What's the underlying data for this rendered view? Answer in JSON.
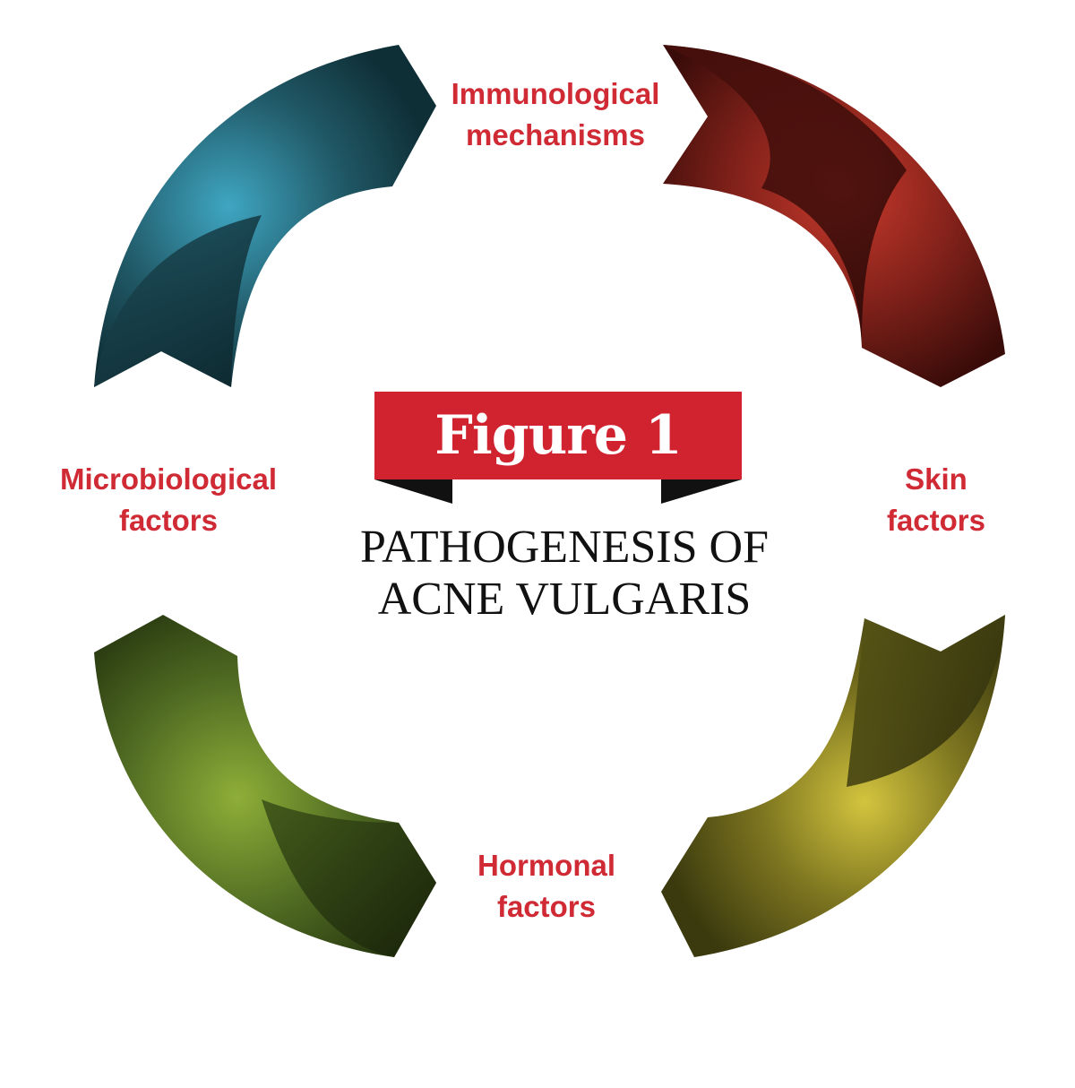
{
  "figure": {
    "banner_label": "Figure 1",
    "title_lines": [
      "PATHOGENESIS OF",
      "ACNE VULGARIS"
    ]
  },
  "factors": [
    {
      "id": "immunological",
      "lines": [
        "Immunological",
        "mechanisms"
      ],
      "arrow_color": "#8e2a22"
    },
    {
      "id": "skin",
      "lines": [
        "Skin",
        "factors"
      ],
      "arrow_color": "#6e6a1c"
    },
    {
      "id": "hormonal",
      "lines": [
        "Hormonal",
        "factors"
      ],
      "arrow_color": "#55722a"
    },
    {
      "id": "microbiological",
      "lines": [
        "Microbiological",
        "factors"
      ],
      "arrow_color": "#2b6c7d"
    }
  ],
  "colors": {
    "label_red": "#d02a35",
    "banner_red": "#d0232f",
    "banner_shadow": "#111111",
    "title_text": "#111111"
  },
  "icons": {
    "cycle": "four curved ribbon arrows forming a clockwise cycle"
  }
}
